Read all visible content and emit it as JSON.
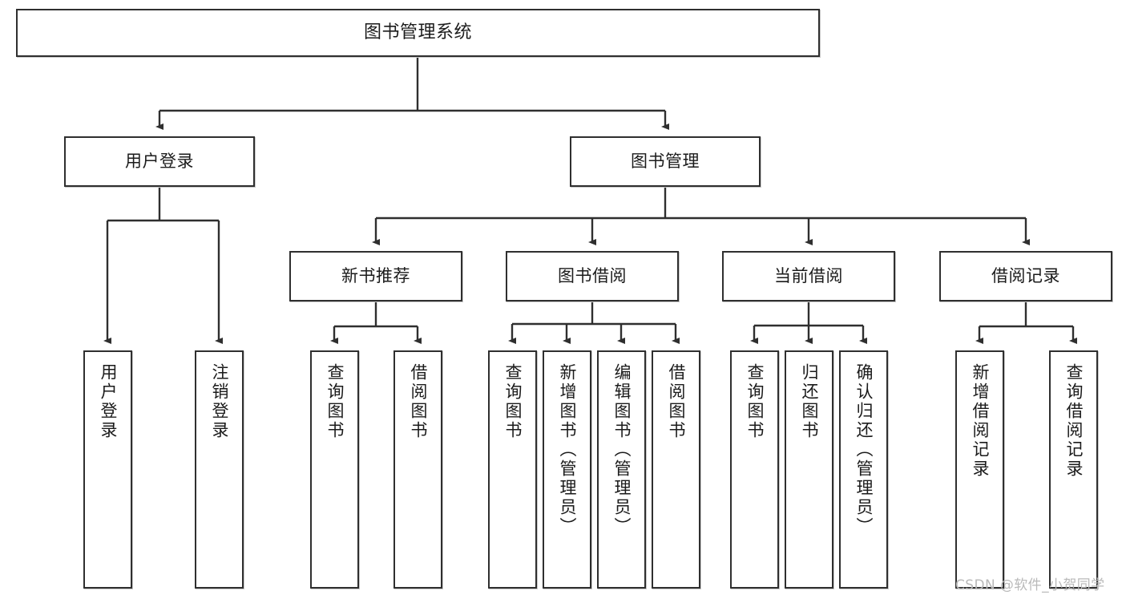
{
  "diagram": {
    "title": "图书管理系统",
    "type": "tree-functional-structure",
    "watermark": "CSDN @软件_小贺同学",
    "colors": {
      "box_border": "#2f2f2f",
      "box_fill": "#ffffff",
      "edge": "#2f2f2f",
      "text": "#1b1b1b",
      "watermark": "#b9b9b9"
    },
    "nodes": {
      "root": {
        "label": "图书管理系统"
      },
      "level2": [
        {
          "id": "user-login",
          "label": "用户登录"
        },
        {
          "id": "book-manage",
          "label": "图书管理"
        }
      ],
      "level3": [
        {
          "id": "new-book-recommend",
          "label": "新书推荐"
        },
        {
          "id": "book-borrow",
          "label": "图书借阅"
        },
        {
          "id": "current-borrow",
          "label": "当前借阅"
        },
        {
          "id": "borrow-record",
          "label": "借阅记录"
        }
      ],
      "leaves": {
        "user-login": [
          {
            "id": "leaf-user-login",
            "label": "用户登录"
          },
          {
            "id": "leaf-logout-login",
            "label": "注销登录"
          }
        ],
        "new-book-recommend": [
          {
            "id": "leaf-query-book-1",
            "label": "查询图书"
          },
          {
            "id": "leaf-borrow-book-1",
            "label": "借阅图书"
          }
        ],
        "book-borrow": [
          {
            "id": "leaf-query-book-2",
            "label": "查询图书"
          },
          {
            "id": "leaf-add-book-admin",
            "label": "新增图书（管理员）"
          },
          {
            "id": "leaf-edit-book-admin",
            "label": "编辑图书（管理员）"
          },
          {
            "id": "leaf-borrow-book-2",
            "label": "借阅图书"
          }
        ],
        "current-borrow": [
          {
            "id": "leaf-query-book-3",
            "label": "查询图书"
          },
          {
            "id": "leaf-return-book",
            "label": "归还图书"
          },
          {
            "id": "leaf-confirm-return-admin",
            "label": "确认归还（管理员）"
          }
        ],
        "borrow-record": [
          {
            "id": "leaf-add-borrow-record",
            "label": "新增借阅记录"
          },
          {
            "id": "leaf-query-borrow-record",
            "label": "查询借阅记录"
          }
        ]
      }
    }
  }
}
